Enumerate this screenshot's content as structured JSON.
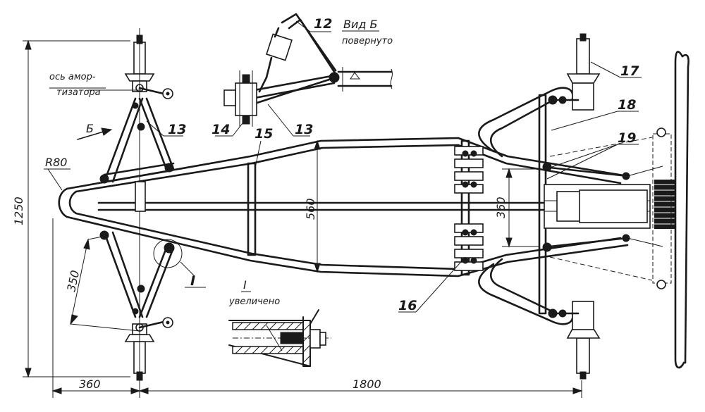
{
  "callouts": {
    "c12": "12",
    "c13a": "13",
    "c13b": "13",
    "c14": "14",
    "c15": "15",
    "c16": "16",
    "c17": "17",
    "c18": "18",
    "c19": "19",
    "detail_mark": "I"
  },
  "labels": {
    "view_b_title": "Вид Б",
    "view_b_sub": "повернуто",
    "detail_title": "I",
    "detail_sub": "увеличено",
    "shock_axis_line1": "ось амор-",
    "shock_axis_line2": "тизатора",
    "view_arrow": "Б",
    "radius": "R80"
  },
  "dimensions": {
    "overall_length": "1800",
    "front_offset": "360",
    "overall_width": "1250",
    "frame_width": "560",
    "rear_width": "360",
    "arm_length": "350"
  }
}
